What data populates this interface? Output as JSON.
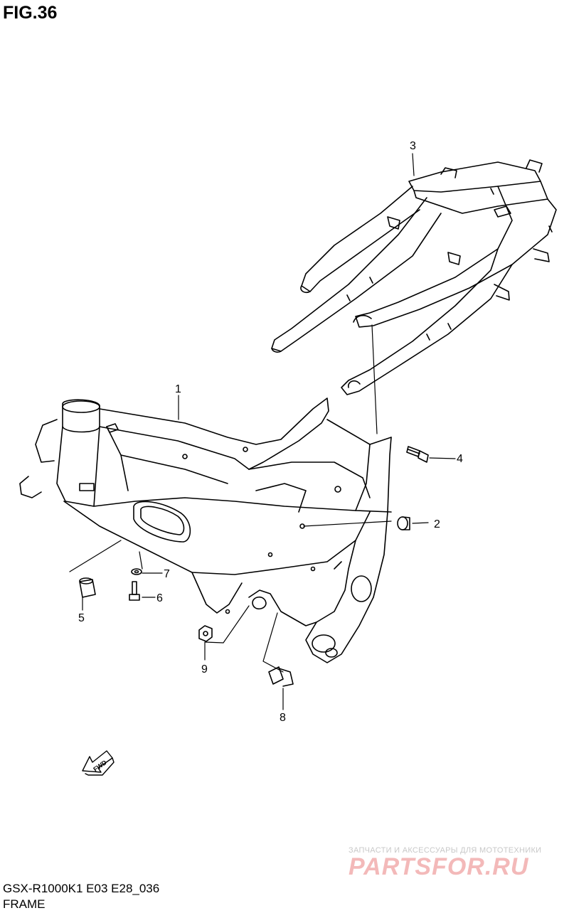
{
  "figure": {
    "title": "FIG.36",
    "model_code": "GSX-R1000K1 E03 E28_036",
    "section_name": "FRAME"
  },
  "parts": [
    {
      "number": "1"
    },
    {
      "number": "2"
    },
    {
      "number": "3"
    },
    {
      "number": "4"
    },
    {
      "number": "5"
    },
    {
      "number": "6"
    },
    {
      "number": "7"
    },
    {
      "number": "8"
    },
    {
      "number": "9"
    }
  ],
  "direction_arrow": {
    "label": "FWD"
  },
  "watermark": {
    "tagline": "ЗАПЧАСТИ И АКСЕССУАРЫ ДЛЯ МОТОТЕХНИКИ",
    "brand": "PARTSFOR.RU",
    "color": "#f3b9b9"
  }
}
